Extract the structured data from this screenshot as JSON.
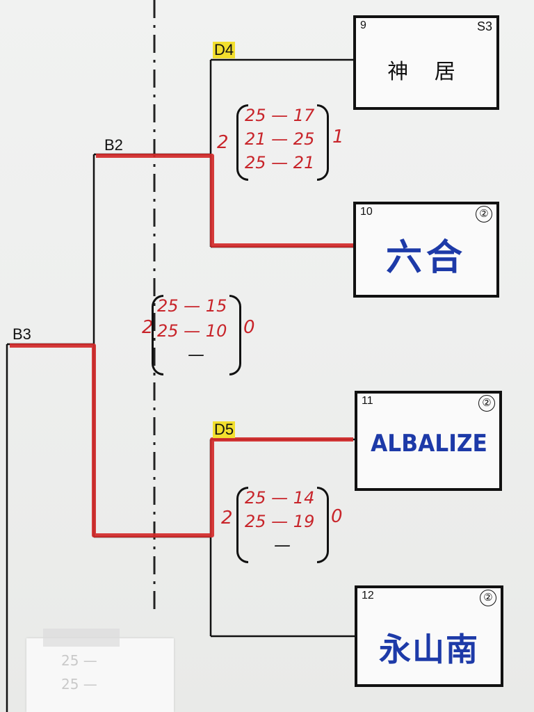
{
  "round_labels": {
    "b3": "B3",
    "b2": "B2",
    "d4": "D4",
    "d5": "D5"
  },
  "colors": {
    "highlight": "#f2df2e",
    "winner_line": "#d22a2a",
    "score_ink": "#c8242a",
    "team_ink": "#1d3aa8"
  },
  "teams": [
    {
      "seed": "9",
      "badge": "S3",
      "name": "神 居",
      "style": "printed"
    },
    {
      "seed": "10",
      "badge": "②",
      "name": "六合",
      "style": "marker"
    },
    {
      "seed": "11",
      "badge": "②",
      "name": "ALBALIZE",
      "style": "marker"
    },
    {
      "seed": "12",
      "badge": "②",
      "name": "永山南",
      "style": "marker"
    }
  ],
  "matches": {
    "d4": {
      "left_sets": "2",
      "right_sets": "1",
      "scores": [
        "25 — 17",
        "21 — 25",
        "25 — 21"
      ]
    },
    "b2": {
      "left_sets": "2",
      "right_sets": "0",
      "scores": [
        "25 — 15",
        "25 — 10",
        "—"
      ]
    },
    "d5": {
      "left_sets": "2",
      "right_sets": "0",
      "scores": [
        "25 — 14",
        "25 — 19",
        "—"
      ]
    }
  },
  "scrap": {
    "lines": [
      "25 —",
      "25 —"
    ]
  }
}
